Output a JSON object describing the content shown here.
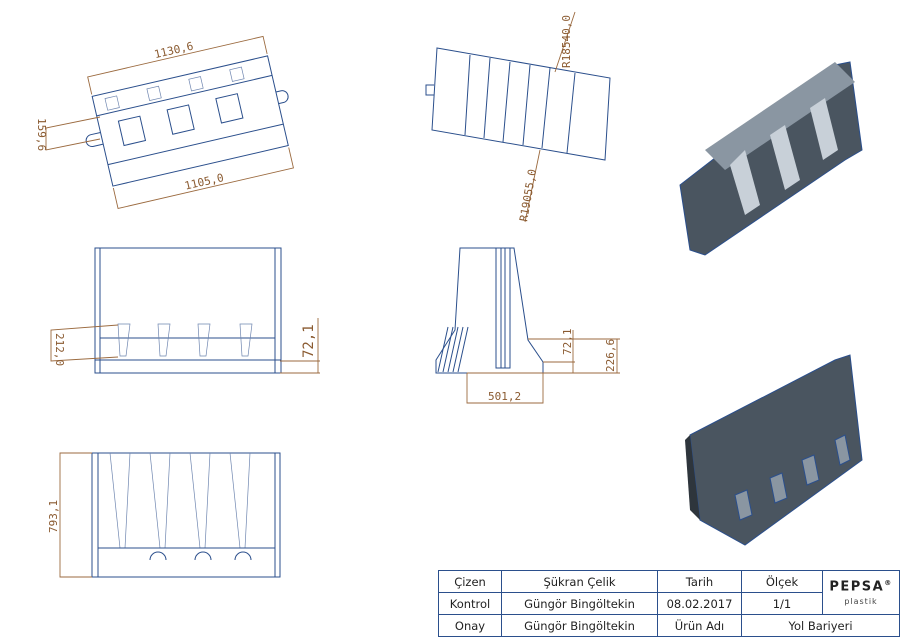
{
  "dimensions": {
    "top_width": "1130,6",
    "bottom_width": "1105,0",
    "slot_width": "159,6",
    "radius_top": "R18540,0",
    "radius_bottom": "R19055,0",
    "slot_height": "212,0",
    "front_base_height": "72,1",
    "side_base_height": "72,1",
    "side_step_height": "226,6",
    "base_width": "501,2",
    "total_height": "793,1"
  },
  "title_block": {
    "drawn_label": "Çizen",
    "drawn_by": "Şükran Çelik",
    "date_label": "Tarih",
    "scale_label": "Ölçek",
    "checked_label": "Kontrol",
    "checked_by": "Güngör Bingöltekin",
    "date": "08.02.2017",
    "scale": "1/1",
    "approved_label": "Onay",
    "approved_by": "Güngör Bingöltekin",
    "product_label": "Ürün Adı",
    "product_name": "Yol Bariyeri",
    "logo_name": "PEPSA",
    "logo_sub": "plastik",
    "logo_mark": "®"
  },
  "colors": {
    "line": "#2b4f8c",
    "dimension": "#9b6a3f",
    "model": "#4a5560"
  }
}
